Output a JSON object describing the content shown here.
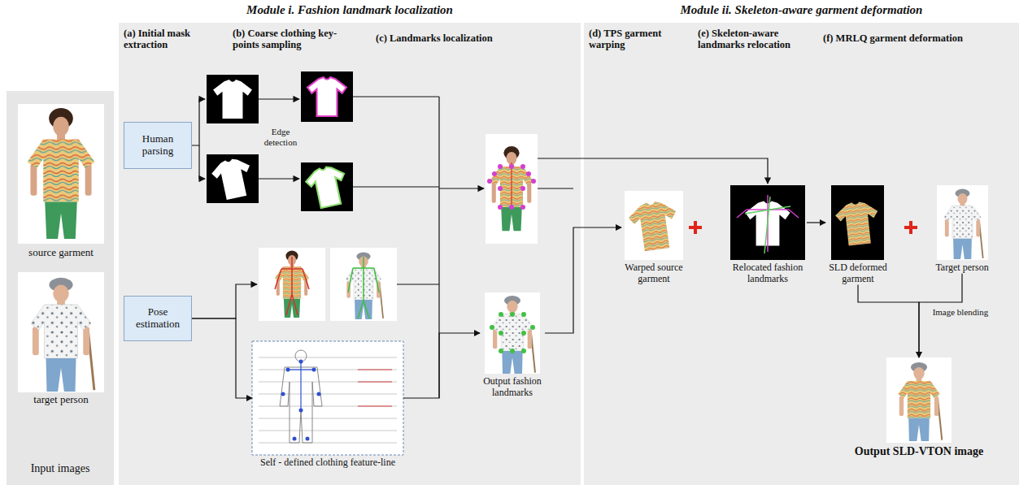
{
  "diagram": {
    "nodes": [
      {
        "text": [
          "Input images"
        ]
      },
      {
        "text": [
          "source garment"
        ],
        "in": 0
      },
      {
        "text": [
          "target person"
        ],
        "in": 0
      },
      {
        "text": [
          "Module i. Fashion landmark localization"
        ]
      },
      {
        "text": [
          "Human parsing"
        ],
        "in": 3
      },
      {
        "text": [
          "Pose estimation"
        ],
        "in": 3
      },
      {
        "text": [
          "Self - defined clothing feature-line"
        ],
        "in": 3
      },
      {
        "text": [
          "Output fashion landmarks"
        ],
        "in": 3
      },
      {
        "text": [
          "Module ii. Skeleton-aware garment deformation"
        ]
      },
      {
        "text": [
          "Warped source garment"
        ],
        "in": 8
      },
      {
        "text": [
          "Relocated fashion landmarks"
        ],
        "in": 8
      },
      {
        "text": [
          "SLD deformed garment"
        ],
        "in": 8
      },
      {
        "text": [
          "Target person"
        ],
        "in": 8
      },
      {
        "text": [
          "Output SLD-VTON image"
        ],
        "in": 8
      }
    ],
    "edges": [
      {
        "from": 5,
        "to": 6,
        "arrow": "to"
      },
      {
        "from": 6,
        "to": 7,
        "arrow": "to"
      },
      {
        "from": 7,
        "to": 9,
        "arrow": "to"
      },
      {
        "from": 11,
        "to": 13,
        "arrow": "to"
      },
      {
        "from": 12,
        "to": 13,
        "arrow": "to"
      },
      {
        "from": 10,
        "to": 11,
        "arrow": "to"
      }
    ],
    "labels": [
      "(a) Initial mask extraction",
      "(b) Coarse clothing key-points sampling",
      "(c) Landmarks localization",
      "(d) TPS garment warping",
      "(e) Skeleton-aware landmarks relocation",
      "(f) MRLQ garment deformation",
      "Edge detection",
      "Image blending"
    ]
  }
}
